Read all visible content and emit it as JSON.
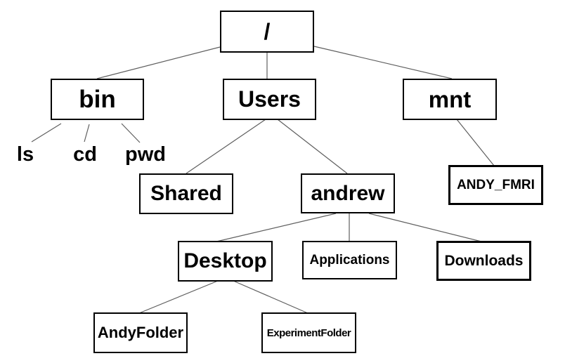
{
  "diagram": {
    "type": "tree",
    "background": "#ffffff",
    "colors": {
      "box_border": "#000000",
      "box_fill": "#ffffff",
      "edge_line": "#5f5f5f",
      "text": "#000000"
    },
    "nodes": {
      "root": {
        "label": "/"
      },
      "bin": {
        "label": "bin"
      },
      "users": {
        "label": "Users"
      },
      "mnt": {
        "label": "mnt"
      },
      "ls": {
        "label": "ls"
      },
      "cd": {
        "label": "cd"
      },
      "pwd": {
        "label": "pwd"
      },
      "shared": {
        "label": "Shared"
      },
      "andrew": {
        "label": "andrew"
      },
      "andy_fmri": {
        "label": "ANDY_FMRI"
      },
      "desktop": {
        "label": "Desktop"
      },
      "applications": {
        "label": "Applications"
      },
      "downloads": {
        "label": "Downloads"
      },
      "andyfolder": {
        "label": "AndyFolder"
      },
      "experimentfolder": {
        "label": "ExperimentFolder"
      }
    },
    "edges": [
      {
        "from": "/",
        "to": "bin"
      },
      {
        "from": "/",
        "to": "Users"
      },
      {
        "from": "/",
        "to": "mnt"
      },
      {
        "from": "bin",
        "to": "ls"
      },
      {
        "from": "bin",
        "to": "cd"
      },
      {
        "from": "bin",
        "to": "pwd"
      },
      {
        "from": "Users",
        "to": "Shared"
      },
      {
        "from": "Users",
        "to": "andrew"
      },
      {
        "from": "mnt",
        "to": "ANDY_FMRI"
      },
      {
        "from": "andrew",
        "to": "Desktop"
      },
      {
        "from": "andrew",
        "to": "Applications"
      },
      {
        "from": "andrew",
        "to": "Downloads"
      },
      {
        "from": "Desktop",
        "to": "AndyFolder"
      },
      {
        "from": "Desktop",
        "to": "ExperimentFolder"
      }
    ]
  }
}
